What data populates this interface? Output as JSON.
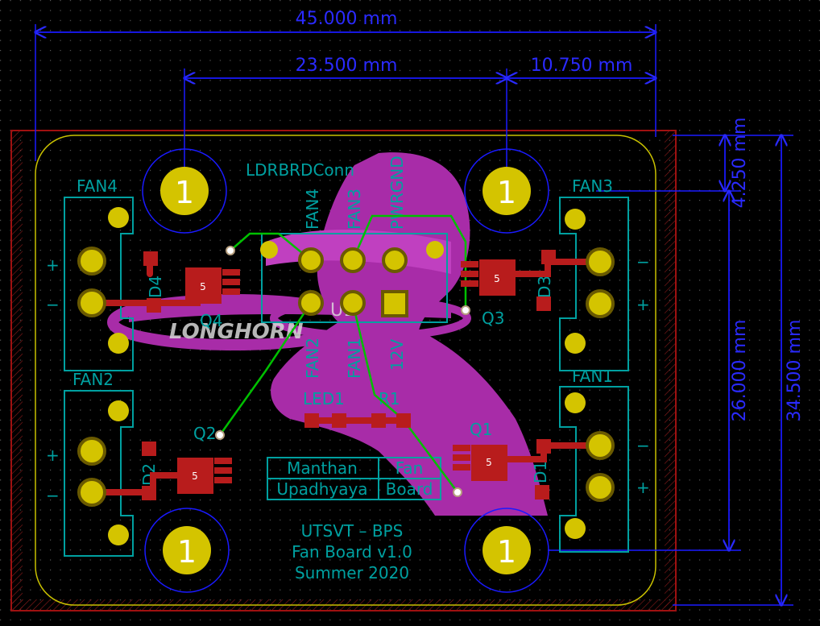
{
  "dimensions": {
    "overall_width": "45.000 mm",
    "hole_span_left": "23.500 mm",
    "hole_span_right": "10.750 mm",
    "top_offset": "4.250 mm",
    "hole_span_vertical": "26.000 mm",
    "overall_height": "34.500 mm"
  },
  "connectors": {
    "fan4": "FAN4",
    "fan3": "FAN3",
    "fan2": "FAN2",
    "fan1": "FAN1",
    "main": "LDRBRDConn",
    "pin_fan4": "FAN4",
    "pin_fan3": "FAN3",
    "pin_pwrgnd": "PWRGND",
    "pin_fan2": "FAN2",
    "pin_fan1": "FAN1",
    "pin_12v": "12V",
    "hidden_ref": "U1"
  },
  "components": {
    "q1": "Q1",
    "q2": "Q2",
    "q3": "Q3",
    "q4": "Q4",
    "d1": "D1",
    "d2": "D2",
    "d3": "D3",
    "d4": "D4",
    "led1": "LED1",
    "r1": "R1",
    "fet_pin_marker": "5"
  },
  "signs": {
    "plus": "+",
    "minus": "−"
  },
  "mounting_hole": {
    "label": "1"
  },
  "name_box": {
    "first": "Manthan",
    "last": "Upadhyaya",
    "fan": "Fan",
    "board": "Board"
  },
  "silkscreen": {
    "line1": "UTSVT – BPS",
    "line2": "Fan Board v1.0",
    "line3": "Summer 2020"
  },
  "logo_text": "LONGHORN",
  "colors": {
    "background": "#000000",
    "dimension": "#1a1aff",
    "silkscreen": "#00a0a0",
    "copper_pad": "#d4c400",
    "copper_trace": "#b81c1c",
    "ratsnest": "#00c000",
    "logo": "#b030b0",
    "edge_cuts": "#c8c000",
    "courtyard": "#a01010"
  }
}
